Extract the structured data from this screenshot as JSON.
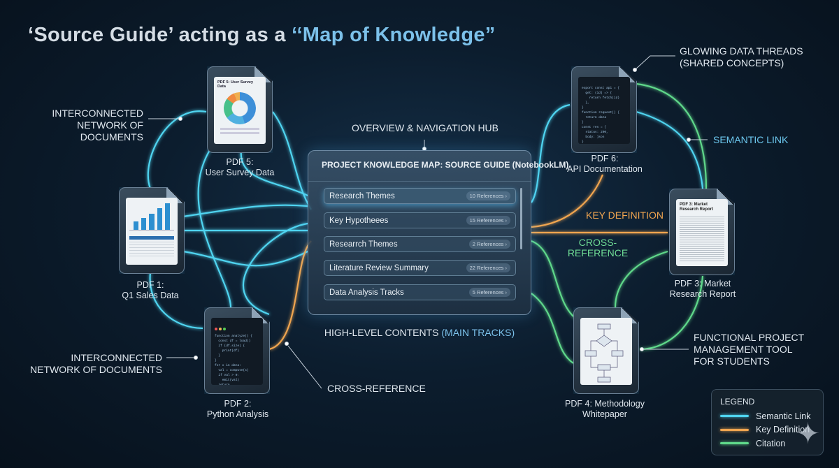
{
  "title": {
    "prefix": "‘Source Guide’ acting as a ",
    "highlight": "‘‘Map of Knowledge”"
  },
  "annotations": {
    "network_top": [
      "INTERCONNECTED",
      "NETWORK OF",
      "DOCUMENTS"
    ],
    "network_bottom": [
      "INTERCONNECTED",
      "NETWORK OF DOCUMENTS"
    ],
    "hub_label": "OVERVIEW & NAVIGATION HUB",
    "contents_label": "HIGH-LEVEL CONTENTS ",
    "contents_highlight": "(MAIN TRACKS)",
    "cross_ref_bottom": "CROSS-REFERENCE",
    "threads": [
      "GLOWING DATA THREADS",
      "(SHARED CONCEPTS)"
    ],
    "semantic_link": "SEMANTIC LINK",
    "key_definition": "KEY DEFINITION",
    "cross_ref_right": [
      "CROSS-",
      "REFERENCE"
    ],
    "tool": [
      "FUNCTIONAL PROJECT",
      "MANAGEMENT TOOL",
      "FOR STUDENTS"
    ]
  },
  "documents": {
    "pdf5": {
      "label": [
        "PDF 5:",
        "User Survey Data"
      ],
      "inner_title": "PDF 5: User Survey Data"
    },
    "pdf1": {
      "label": [
        "PDF 1:",
        "Q1 Sales Data"
      ]
    },
    "pdf2": {
      "label": [
        "PDF 2:",
        "Python Analysis"
      ]
    },
    "pdf6": {
      "label": [
        "PDF 6:",
        "API Documentation"
      ]
    },
    "pdf3": {
      "label": [
        "PDF 3: Market",
        "Research Report"
      ],
      "inner_title": "PDF 3: Market Research Report"
    },
    "pdf4": {
      "label": [
        "PDF 4: Methodology",
        "Whitepaper"
      ]
    }
  },
  "hub": {
    "title": "PROJECT KNOWLEDGE MAP: SOURCE GUIDE (NotebookLM)",
    "items": [
      {
        "label": "Research Themes",
        "refs": "10 References ›"
      },
      {
        "label": "Key Hypotheees",
        "refs": "15 References ›"
      },
      {
        "label": "Researrch Themes",
        "refs": "2 References ›"
      },
      {
        "label": "Literature Review Summary",
        "refs": "22 References ›"
      },
      {
        "label": "Data Analysis Tracks",
        "refs": "5 References ›"
      }
    ]
  },
  "legend": {
    "title": "LEGEND",
    "items": [
      {
        "label": "Semantic Link",
        "color": "#4fd4f0"
      },
      {
        "label": "Key Definition",
        "color": "#f0a550"
      },
      {
        "label": "Citation",
        "color": "#5fd88a"
      }
    ]
  },
  "colors": {
    "semantic": "#4fd4f0",
    "key": "#f0a550",
    "citation": "#5fd88a"
  }
}
